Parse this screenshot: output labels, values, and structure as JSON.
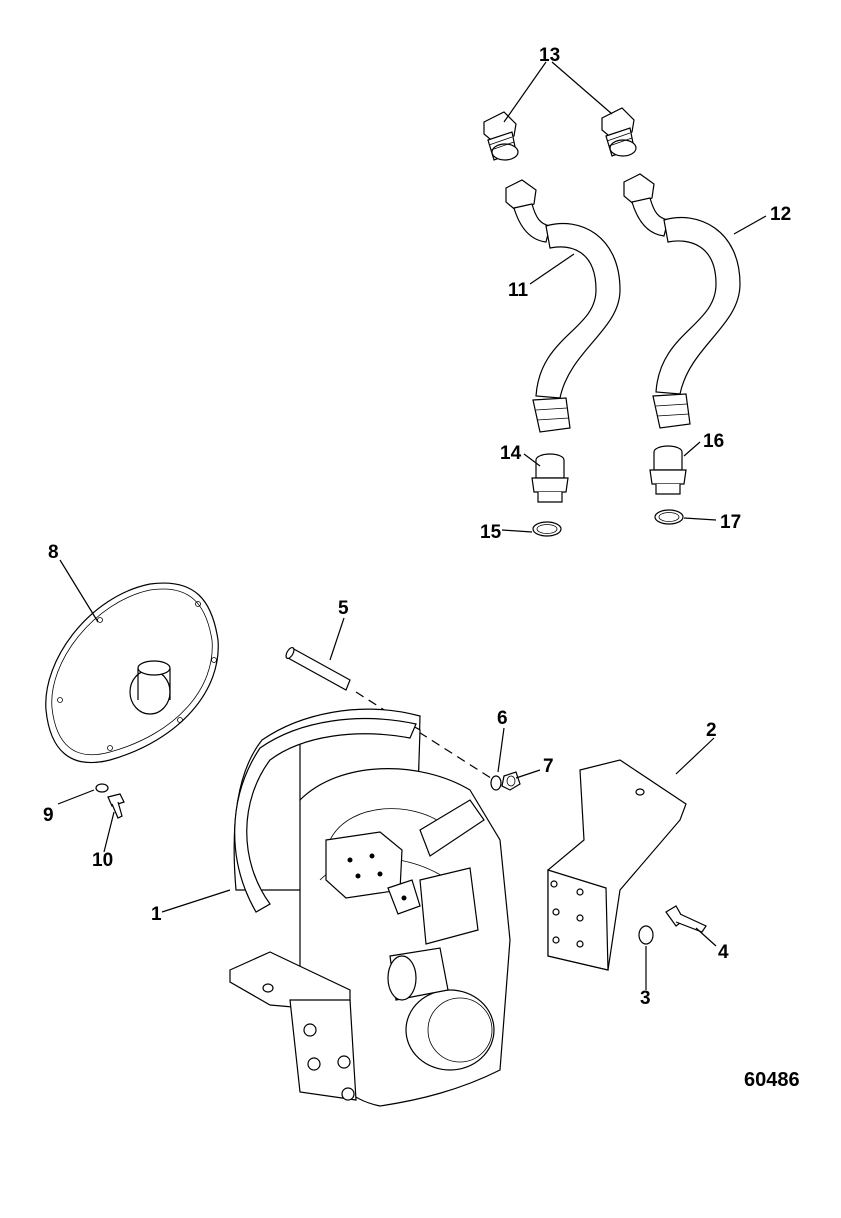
{
  "figure_number": "60486",
  "callouts": [
    "1",
    "2",
    "3",
    "4",
    "5",
    "6",
    "7",
    "8",
    "9",
    "10",
    "11",
    "12",
    "13",
    "14",
    "15",
    "16",
    "17"
  ],
  "icons": [
    "transmission-housing",
    "bracket",
    "washer",
    "bolt",
    "pin",
    "nut",
    "flywheel-cover",
    "hose",
    "fitting",
    "o-ring"
  ]
}
